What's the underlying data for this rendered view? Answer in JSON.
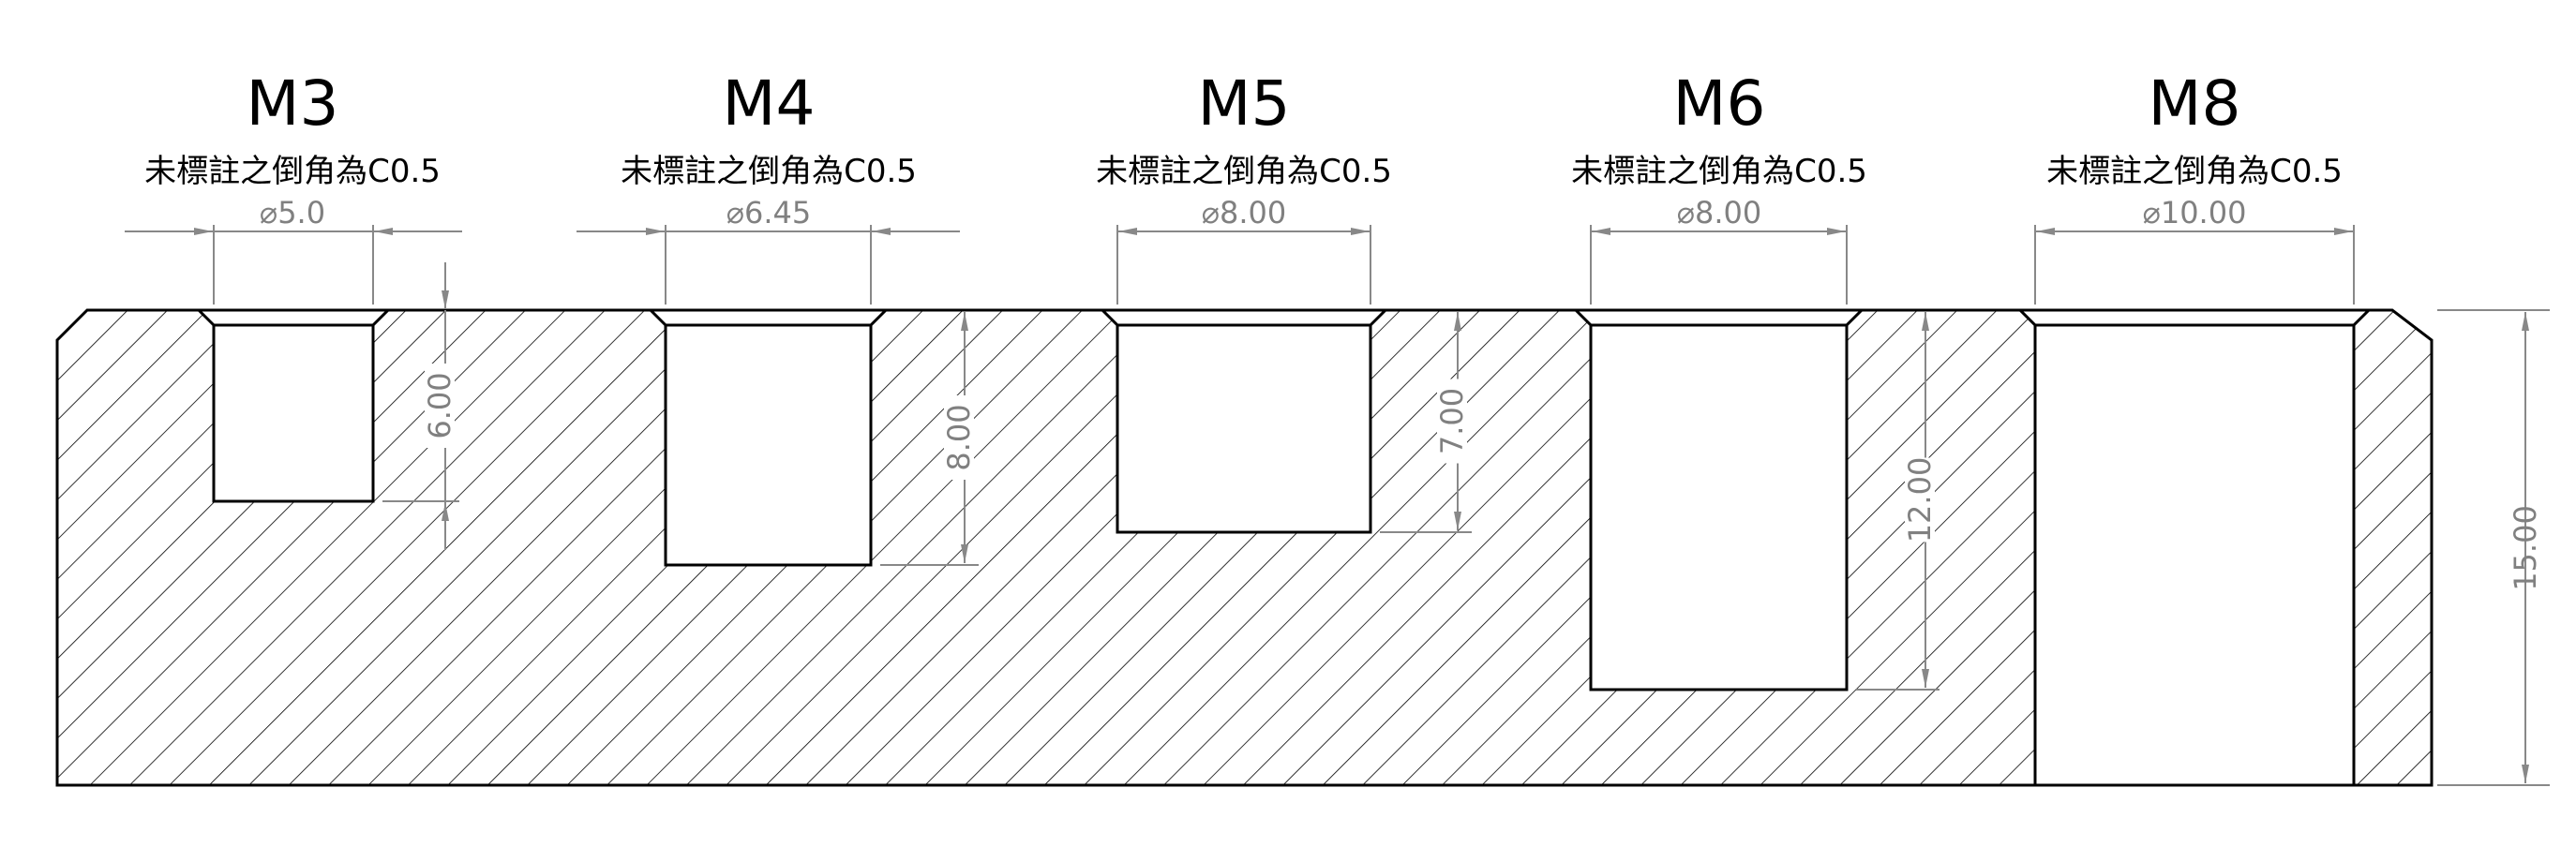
{
  "note_text": "未標註之倒角為C0.5",
  "holes": [
    {
      "title": "M3",
      "note": "未標註之倒角為C0.5",
      "diameter": "⌀5.0",
      "depth": "6.00"
    },
    {
      "title": "M4",
      "note": "未標註之倒角為C0.5",
      "diameter": "⌀6.45",
      "depth": "8.00"
    },
    {
      "title": "M5",
      "note": "未標註之倒角為C0.5",
      "diameter": "⌀8.00",
      "depth": "7.00"
    },
    {
      "title": "M6",
      "note": "未標註之倒角為C0.5",
      "diameter": "⌀8.00",
      "depth": "12.00"
    },
    {
      "title": "M8",
      "note": "未標註之倒角為C0.5",
      "diameter": "⌀10.00",
      "depth": "through"
    }
  ],
  "overall_height": "15.00",
  "colors": {
    "outline": "#000000",
    "dimension": "#808080"
  }
}
